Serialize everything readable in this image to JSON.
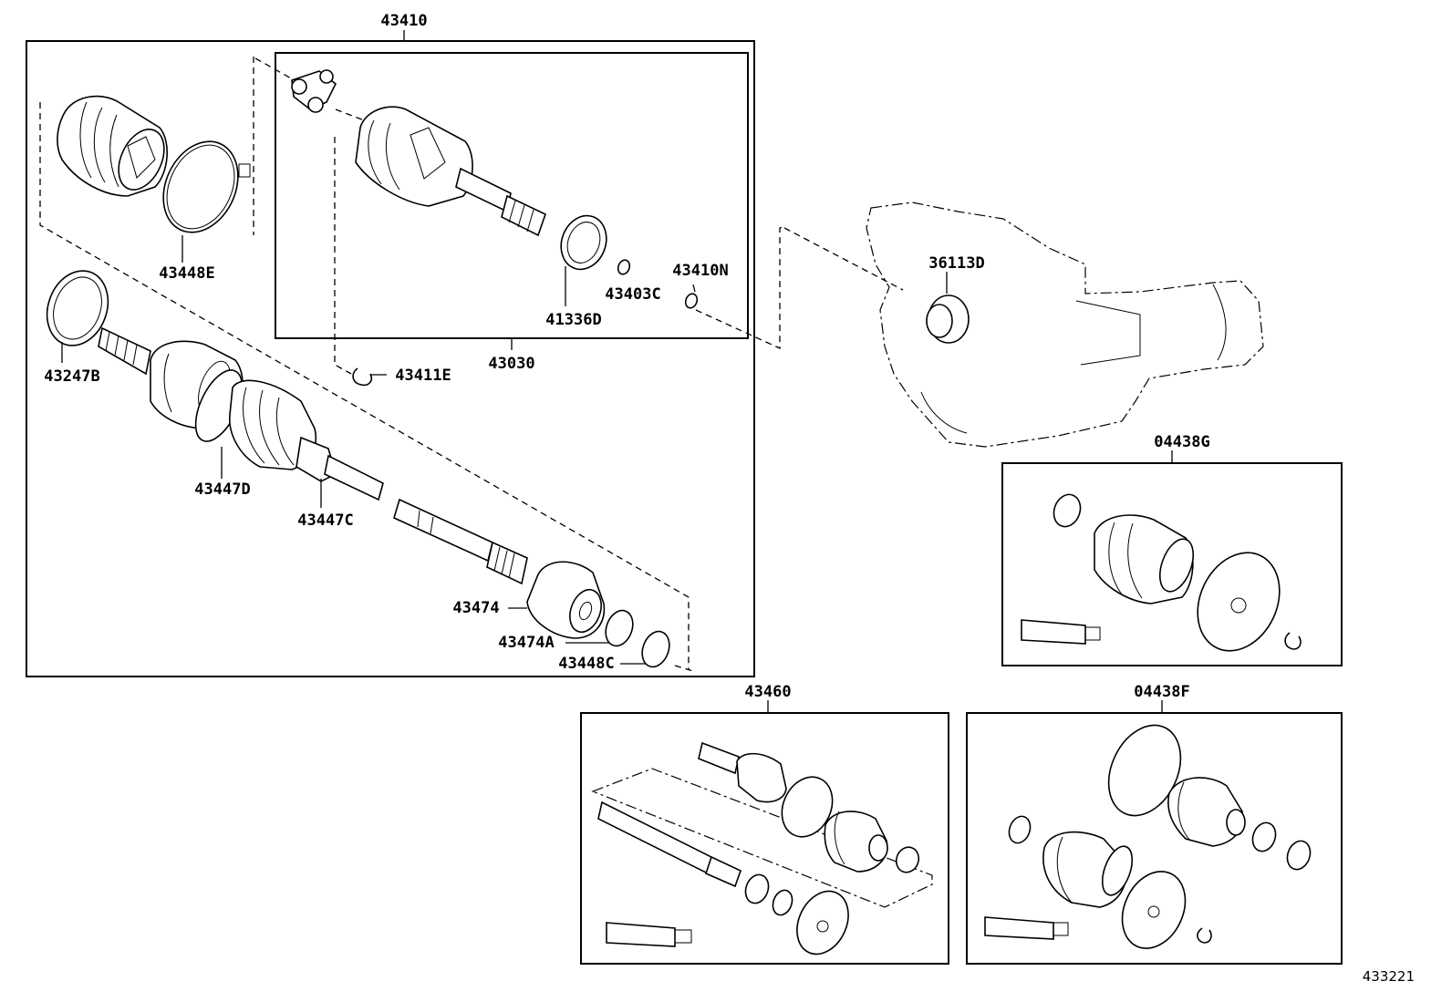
{
  "diagram": {
    "figure_number": "433221",
    "groups": {
      "outer_assembly": "43410",
      "inner_joint": "43030",
      "outer_joint_assembly": "43460",
      "boot_kit_inboard": "04438G",
      "boot_kit_outboard": "04438F"
    },
    "parts": {
      "p43448E": "43448E",
      "p43247B": "43247B",
      "p43447D": "43447D",
      "p43447C": "43447C",
      "p43474": "43474",
      "p43474A": "43474A",
      "p43448C": "43448C",
      "p41336D": "41336D",
      "p43403C": "43403C",
      "p43410N": "43410N",
      "p43411E": "43411E",
      "p36113D": "36113D"
    }
  }
}
